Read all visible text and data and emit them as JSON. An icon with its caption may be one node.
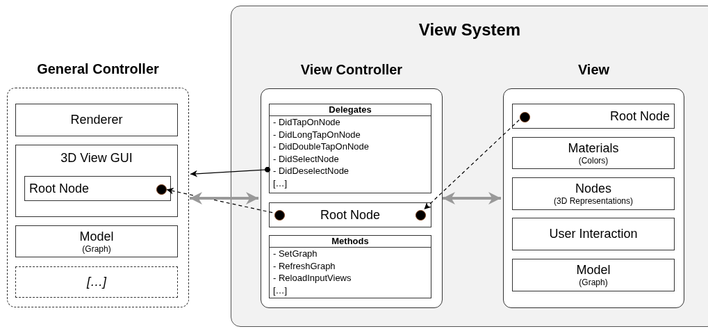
{
  "diagram": {
    "nodes": [
      {
        "text": [
          "View System"
        ]
      },
      {
        "text": [
          "General Controller"
        ]
      },
      {
        "text": [
          "Renderer"
        ],
        "in": 1
      },
      {
        "text": [
          "3D View GUI"
        ],
        "in": 1
      },
      {
        "text": [
          "Root Node"
        ],
        "in": 3
      },
      {
        "text": [],
        "shape": "circle",
        "in": 4
      },
      {
        "text": [
          "Model",
          "(Graph)"
        ],
        "in": 1
      },
      {
        "text": [
          "[…]"
        ],
        "in": 1
      },
      {
        "text": [
          "View Controller"
        ],
        "in": 0
      },
      {
        "text": [
          "Delegates",
          "- DidTapOnNode",
          "- DidLongTapOnNode",
          "- DidDoubleTapOnNode",
          "- DidSelectNode",
          "- DidDeselectNode",
          "[…]"
        ],
        "in": 8
      },
      {
        "text": [
          "Root Node"
        ],
        "in": 8
      },
      {
        "text": [],
        "shape": "circle",
        "in": 10
      },
      {
        "text": [],
        "shape": "circle",
        "in": 10
      },
      {
        "text": [
          "Methods",
          "- SetGraph",
          "- RefreshGraph",
          "- ReloadInputViews",
          "[…]"
        ],
        "in": 8
      },
      {
        "text": [
          "View"
        ],
        "in": 0
      },
      {
        "text": [
          "Root Node"
        ],
        "in": 14
      },
      {
        "text": [],
        "shape": "circle",
        "in": 15
      },
      {
        "text": [
          "Materials",
          "(Colors)"
        ],
        "in": 14
      },
      {
        "text": [
          "Nodes",
          "(3D Representations)"
        ],
        "in": 14
      },
      {
        "text": [
          "User Interaction"
        ],
        "in": 14
      },
      {
        "text": [
          "Model",
          "(Graph)"
        ],
        "in": 14
      }
    ],
    "edges": [
      {
        "from": 9,
        "to": 1,
        "arrow": "to"
      },
      {
        "from": 11,
        "to": 5,
        "arrow": "to",
        "style": "dashed"
      },
      {
        "from": 16,
        "to": 12,
        "arrow": "to",
        "style": "dashed"
      },
      {
        "from": 1,
        "to": 8,
        "arrow": "both",
        "style": "thick",
        "color": "#999999"
      },
      {
        "from": 8,
        "to": 14,
        "arrow": "both",
        "style": "thick",
        "color": "#999999"
      }
    ]
  }
}
